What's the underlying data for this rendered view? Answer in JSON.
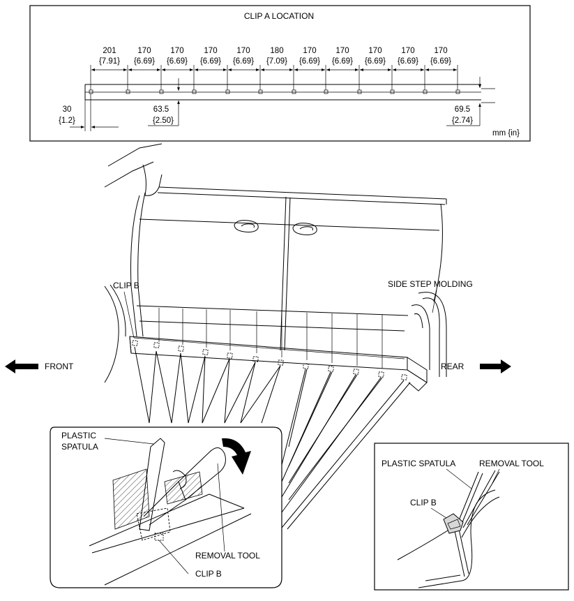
{
  "clip_a_panel": {
    "title": "CLIP A LOCATION",
    "units": "mm {in}",
    "spacings": [
      {
        "mm": "201",
        "in": "{7.91}"
      },
      {
        "mm": "170",
        "in": "{6.69}"
      },
      {
        "mm": "170",
        "in": "{6.69}"
      },
      {
        "mm": "170",
        "in": "{6.69}"
      },
      {
        "mm": "170",
        "in": "{6.69}"
      },
      {
        "mm": "180",
        "in": "{7.09}"
      },
      {
        "mm": "170",
        "in": "{6.69}"
      },
      {
        "mm": "170",
        "in": "{6.69}"
      },
      {
        "mm": "170",
        "in": "{6.69}"
      },
      {
        "mm": "170",
        "in": "{6.69}"
      },
      {
        "mm": "170",
        "in": "{6.69}"
      }
    ],
    "left_offset": {
      "mm": "30",
      "in": "{1.2}"
    },
    "height_mid": {
      "mm": "63.5",
      "in": "{2.50}"
    },
    "height_right": {
      "mm": "69.5",
      "in": "{2.74}"
    }
  },
  "main_view": {
    "clip_b_label": "CLIP B",
    "side_step_label": "SIDE STEP MOLDING",
    "front_label": "FRONT",
    "rear_label": "REAR"
  },
  "detail_left": {
    "plastic_spatula_line1": "PLASTIC",
    "plastic_spatula_line2": "SPATULA",
    "removal_tool": "REMOVAL TOOL",
    "clip_b": "CLIP B"
  },
  "detail_right": {
    "plastic_spatula": "PLASTIC SPATULA",
    "removal_tool": "REMOVAL TOOL",
    "clip_b": "CLIP B"
  }
}
